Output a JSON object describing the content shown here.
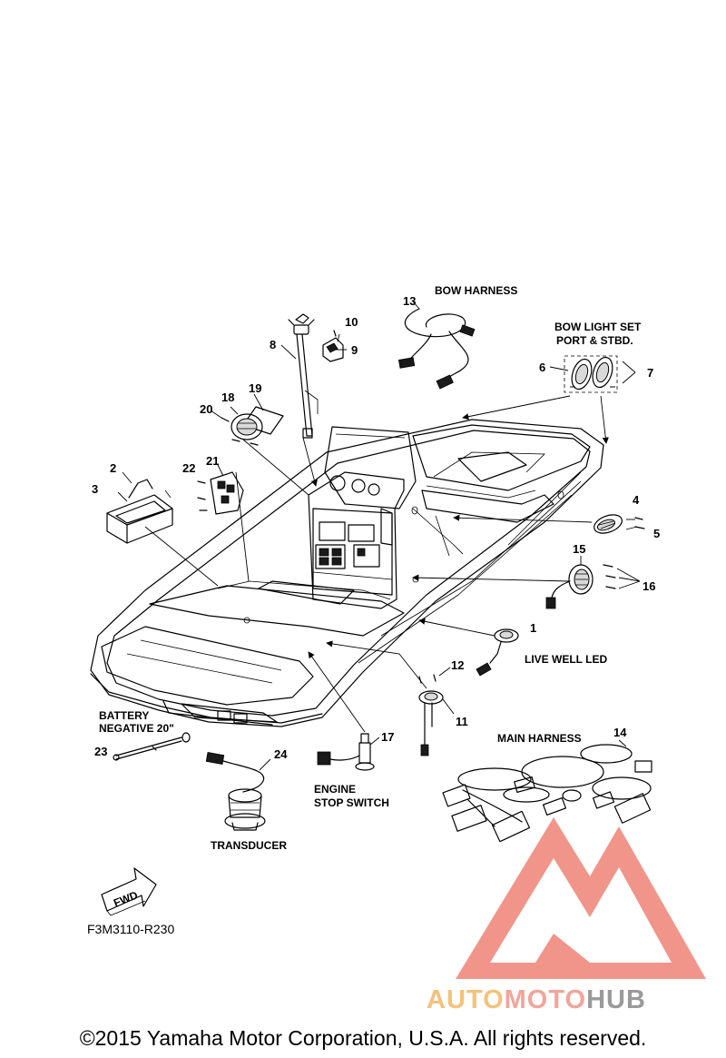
{
  "diagram": {
    "callouts": [
      "1",
      "2",
      "3",
      "4",
      "5",
      "6",
      "7",
      "8",
      "9",
      "10",
      "11",
      "12",
      "13",
      "14",
      "15",
      "16",
      "17",
      "18",
      "19",
      "20",
      "21",
      "22",
      "23",
      "24"
    ],
    "labels": {
      "bow_harness": "BOW HARNESS",
      "bow_light_line1": "BOW LIGHT SET",
      "bow_light_line2": "PORT & STBD.",
      "live_well_led": "LIVE WELL LED",
      "battery_line1": "BATTERY",
      "battery_line2": "NEGATIVE 20\"",
      "main_harness": "MAIN HARNESS",
      "engine_line1": "ENGINE",
      "engine_line2": "STOP SWITCH",
      "transducer": "TRANSDUCER",
      "fwd": "FWD",
      "figure_code": "F3M3110-R230"
    }
  },
  "watermark": {
    "part1": "AUTO",
    "part2": "MOTO",
    "part3": "HUB",
    "colors": {
      "auto": "#f4c27a",
      "moto": "#f2a59b",
      "hub": "#9a9a9a",
      "logo": "#f08a7e"
    }
  },
  "footer": {
    "copyright": "©2015 Yamaha Motor Corporation, U.S.A. All rights reserved."
  }
}
